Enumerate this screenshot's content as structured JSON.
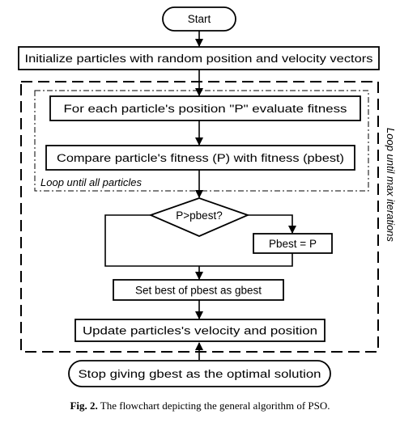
{
  "nodes": {
    "start": "Start",
    "init": "Initialize particles with random position and velocity vectors",
    "evaluate": "For each particle's position \"P\" evaluate fitness",
    "compare": "Compare particle's fitness (P) with fitness (pbest)",
    "decision": "P>pbest?",
    "update_pbest": "Pbest = P",
    "set_gbest": "Set best of pbest as gbest",
    "update": "Update particles's velocity and position",
    "stop": "Stop giving gbest as the optimal solution"
  },
  "loops": {
    "inner": "Loop until all particles",
    "outer": "Loop until max iterations"
  },
  "caption": {
    "label": "Fig. 2.",
    "text": "The flowchart depicting the general algorithm of PSO."
  }
}
